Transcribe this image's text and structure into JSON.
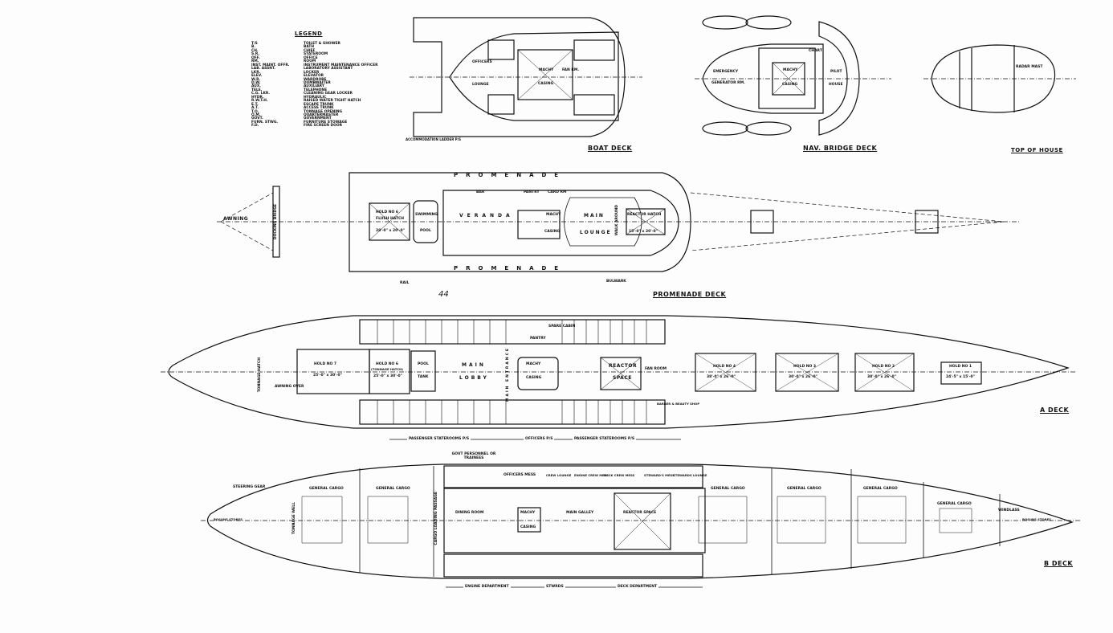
{
  "legend": {
    "title": "LEGEND",
    "entries": [
      {
        "abbr": "T/S",
        "meaning": "TOILET & SHOWER"
      },
      {
        "abbr": "B.",
        "meaning": "BATH"
      },
      {
        "abbr": "CH.",
        "meaning": "CHIEF"
      },
      {
        "abbr": "S.R.",
        "meaning": "STATEROOM"
      },
      {
        "abbr": "OFF.",
        "meaning": "OFFICE"
      },
      {
        "abbr": "RM.",
        "meaning": "ROOM"
      },
      {
        "abbr": "INST. MAINT. OFFR.",
        "meaning": "INSTRUMENT MAINTENANCE OFFICER"
      },
      {
        "abbr": "LAB. ASSNT.",
        "meaning": "LABORATORY ASSISTANT"
      },
      {
        "abbr": "LKR.",
        "meaning": "LOCKER"
      },
      {
        "abbr": "ELEV.",
        "meaning": "ELEVATOR"
      },
      {
        "abbr": "W.R.",
        "meaning": "WARDROBE"
      },
      {
        "abbr": "D.W.",
        "meaning": "DUMBWAITER"
      },
      {
        "abbr": "AUX.",
        "meaning": "AUXILIARY"
      },
      {
        "abbr": "TELE.",
        "meaning": "TELEPHONE"
      },
      {
        "abbr": "C.G. LKR.",
        "meaning": "CLEANING GEAR LOCKER"
      },
      {
        "abbr": "HYDR.",
        "meaning": "HYDRAULIC"
      },
      {
        "abbr": "R.W.T.H.",
        "meaning": "RAISED WATER TIGHT HATCH"
      },
      {
        "abbr": "E.T.",
        "meaning": "ESCAPE TRUNK"
      },
      {
        "abbr": "A.T.",
        "meaning": "ACCESS TRUNK"
      },
      {
        "abbr": "T.O.",
        "meaning": "TONNAGE OPENING"
      },
      {
        "abbr": "Q.M.",
        "meaning": "QUARTERMASTER"
      },
      {
        "abbr": "GOVT.",
        "meaning": "GOVERNMENT"
      },
      {
        "abbr": "FURN. STWG.",
        "meaning": "FURNITURE STOWAGE"
      },
      {
        "abbr": "F.D.",
        "meaning": "FIRE SCREEN DOOR"
      }
    ]
  },
  "boat_deck": {
    "title": "BOAT DECK",
    "labels": [
      "OFFICERS",
      "LOUNGE",
      "MACHY",
      "CASING",
      "FAN RM.",
      "ACCOMMODATION LADDER P/S"
    ]
  },
  "nav_bridge_deck": {
    "title": "NAV. BRIDGE DECK",
    "labels": [
      "EMERGENCY",
      "GENERATOR RM.",
      "MACHY",
      "CASING",
      "PILOT",
      "HOUSE",
      "CHART"
    ]
  },
  "top_of_house": {
    "title": "TOP OF HOUSE",
    "labels": [
      "RADAR MAST"
    ]
  },
  "promenade_deck": {
    "title": "PROMENADE DECK",
    "sheet_mark": "44",
    "labels": {
      "awning": "AWNING",
      "docking_bridge": "DOCKING BRIDGE",
      "hold6": "HOLD NO 6",
      "flush_hatch": "FLUSH HATCH",
      "hold6_dim": "28'-0\" x 20'-0\"",
      "swimming": "SWIMMING",
      "pool": "POOL",
      "promenade": "PROMENADE",
      "veranda": "VERANDA",
      "bar": "BAR",
      "pantry": "PANTRY",
      "card_rm": "CARD RM",
      "machy": "MACHY",
      "casing": "CASING",
      "main": "MAIN",
      "lounge": "LOUNGE",
      "walk_around": "WALK AROUND",
      "reactor_hatch": "REACTOR HATCH",
      "reactor_dim": "15'-0\" x 20'-0\"",
      "rail": "RAIL",
      "bulwark": "BULWARK"
    }
  },
  "a_deck": {
    "title": "A DECK",
    "labels": {
      "hold7": "HOLD NO 7",
      "hold7_dim": "25'-0\" x 30'-0\"",
      "hold6": "HOLD NO 6",
      "tonnage_hatch": "(TONNAGE HATCH)",
      "hold6_dim": "25'-0\" x 30'-0\"",
      "pool": "POOL",
      "tank": "TANK",
      "main": "MAIN",
      "lobby": "LOBBY",
      "main_entrance": "MAIN ENTRANCE",
      "machy": "MACHY",
      "casing": "CASING",
      "reactor": "REACTOR",
      "space": "SPACE",
      "fan_room": "FAN ROOM",
      "hold4": "HOLD NO 4",
      "hold4_dim": "38'-0\" x 26'-0\"",
      "hold3": "HOLD NO 3",
      "hold3_dim": "30'-0\" x 26'-0\"",
      "hold2": "HOLD NO 2",
      "hold2_dim": "38'-0\" x 26'-0\"",
      "hold1": "HOLD NO 1",
      "hold1_dim": "24'-5\" x 15'-0\"",
      "pantry": "PANTRY",
      "spare_cabin": "SPARE CABIN",
      "barber_shop": "BARBER & BEAUTY SHOP",
      "awning_over": "AWNING OVER",
      "tonnage_hatch_aft": "TONNAGE HATCH"
    },
    "dimensions": [
      "PASSENGER STATEROOMS P/S",
      "OFFICERS P/S",
      "PASSENGER STATEROOMS P/S"
    ]
  },
  "b_deck": {
    "title": "B DECK",
    "labels": {
      "general_cargo": "GENERAL CARGO",
      "steering_gear": "STEERING GEAR",
      "tonnage_well": "TONNAGE WELL",
      "cargo_loading_passage": "CARGO LOADING PASSAGE",
      "govt_personnel": "GOVT PERSONNEL OR TRAINEES",
      "dining_room": "DINING ROOM",
      "machy": "MACHY",
      "casing": "CASING",
      "main_galley": "MAIN GALLEY",
      "reactor_space": "REACTOR SPACE",
      "officers_mess": "OFFICERS MESS",
      "crew_lounge": "CREW LOUNGE",
      "engine_crew_mess": "ENGINE CREW MESS",
      "deck_crew_mess": "DECK CREW MESS",
      "stewards_mess": "STEWARD'S MESS",
      "stewards_lounge": "STEWARDS LOUNGE",
      "windlass": "WINDLASS",
      "bosuns_stores": "BOSUNS STORES",
      "bosun_stores_aft": "BOSUNS STORES"
    },
    "departments": [
      "ENGINE DEPARTMENT",
      "STWRDS",
      "DECK DEPARTMENT"
    ]
  }
}
